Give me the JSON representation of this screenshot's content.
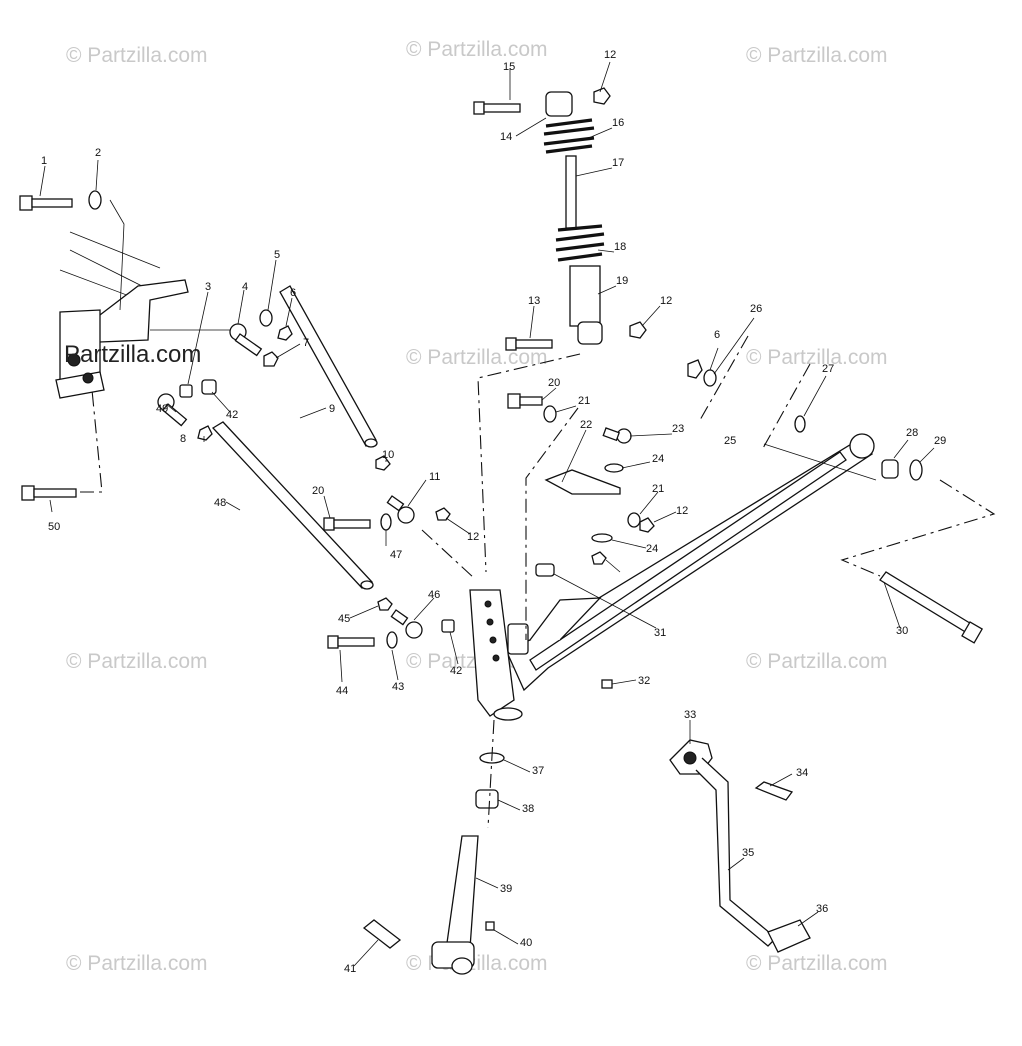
{
  "watermarks": {
    "text": "© Partzilla.com",
    "overlay_text": "Partzilla.com"
  },
  "callouts": [
    "1",
    "2",
    "3",
    "4",
    "5",
    "6",
    "7",
    "8",
    "9",
    "10",
    "11",
    "12",
    "12",
    "12",
    "12",
    "13",
    "14",
    "15",
    "16",
    "17",
    "18",
    "19",
    "20",
    "20",
    "21",
    "21",
    "22",
    "23",
    "24",
    "24",
    "25",
    "26",
    "6",
    "27",
    "28",
    "29",
    "30",
    "31",
    "32",
    "33",
    "34",
    "35",
    "36",
    "37",
    "38",
    "39",
    "40",
    "41",
    "42",
    "42",
    "43",
    "44",
    "45",
    "46",
    "47",
    "48",
    "49",
    "50"
  ],
  "colors": {
    "line": "#111111",
    "watermark": "#c9c9c9",
    "background": "#ffffff"
  }
}
